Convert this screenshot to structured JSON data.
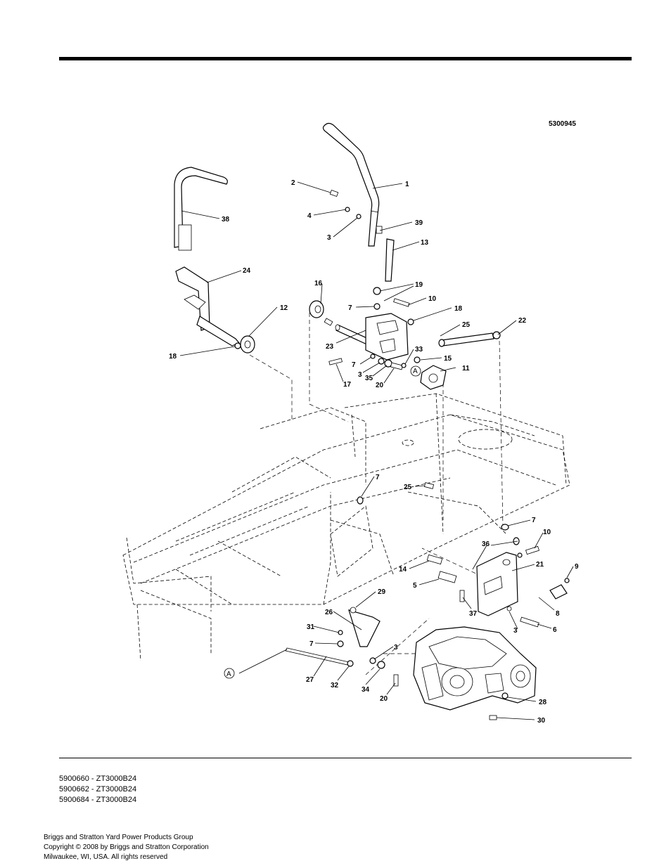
{
  "diagram_id": "5300945",
  "callouts": [
    {
      "id": "c1",
      "label": "1"
    },
    {
      "id": "c2",
      "label": "2"
    },
    {
      "id": "c4",
      "label": "4"
    },
    {
      "id": "c3a",
      "label": "3"
    },
    {
      "id": "c39",
      "label": "39"
    },
    {
      "id": "c13",
      "label": "13"
    },
    {
      "id": "c38",
      "label": "38"
    },
    {
      "id": "c24",
      "label": "24"
    },
    {
      "id": "c16",
      "label": "16"
    },
    {
      "id": "c19",
      "label": "19"
    },
    {
      "id": "c10a",
      "label": "10"
    },
    {
      "id": "c7a",
      "label": "7"
    },
    {
      "id": "c18a",
      "label": "18"
    },
    {
      "id": "c12",
      "label": "12"
    },
    {
      "id": "c25a",
      "label": "25"
    },
    {
      "id": "c22",
      "label": "22"
    },
    {
      "id": "c18b",
      "label": "18"
    },
    {
      "id": "c23",
      "label": "23"
    },
    {
      "id": "c33",
      "label": "33"
    },
    {
      "id": "c15",
      "label": "15"
    },
    {
      "id": "c7b",
      "label": "7"
    },
    {
      "id": "c3b",
      "label": "3"
    },
    {
      "id": "c35",
      "label": "35"
    },
    {
      "id": "c20a",
      "label": "20"
    },
    {
      "id": "c17",
      "label": "17"
    },
    {
      "id": "cA1",
      "label": "A"
    },
    {
      "id": "c11",
      "label": "11"
    },
    {
      "id": "c7c",
      "label": "7"
    },
    {
      "id": "c25b",
      "label": "25"
    },
    {
      "id": "c7d",
      "label": "7"
    },
    {
      "id": "c36",
      "label": "36"
    },
    {
      "id": "c10b",
      "label": "10"
    },
    {
      "id": "c21",
      "label": "21"
    },
    {
      "id": "c9",
      "label": "9"
    },
    {
      "id": "c14",
      "label": "14"
    },
    {
      "id": "c5",
      "label": "5"
    },
    {
      "id": "c29",
      "label": "29"
    },
    {
      "id": "c37",
      "label": "37"
    },
    {
      "id": "c8",
      "label": "8"
    },
    {
      "id": "c26",
      "label": "26"
    },
    {
      "id": "c3c",
      "label": "3"
    },
    {
      "id": "c6",
      "label": "6"
    },
    {
      "id": "c31",
      "label": "31"
    },
    {
      "id": "c7e",
      "label": "7"
    },
    {
      "id": "c3d",
      "label": "3"
    },
    {
      "id": "cA2",
      "label": "A"
    },
    {
      "id": "c27",
      "label": "27"
    },
    {
      "id": "c32",
      "label": "32"
    },
    {
      "id": "c34",
      "label": "34"
    },
    {
      "id": "c20b",
      "label": "20"
    },
    {
      "id": "c28",
      "label": "28"
    },
    {
      "id": "c30",
      "label": "30"
    }
  ],
  "models": [
    "5900660 - ZT3000B24",
    "5900662 - ZT3000B24",
    "5900684 - ZT3000B24"
  ],
  "copyright": [
    "Briggs and Stratton Yard Power Products Group",
    "Copyright ©  2008 by Briggs and Stratton Corporation",
    "Milwaukee, WI, USA. All rights reserved"
  ]
}
